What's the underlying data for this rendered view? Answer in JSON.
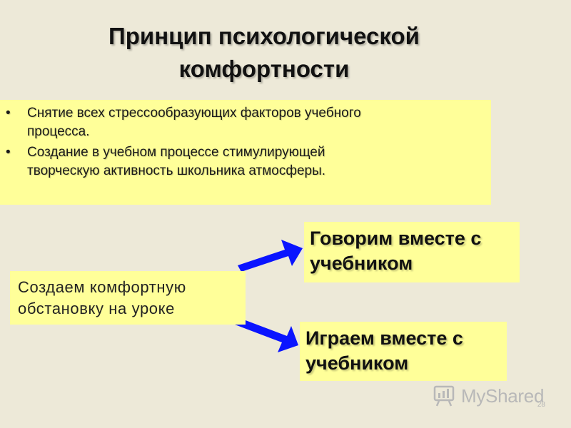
{
  "slide": {
    "title_lines": [
      "Принцип психологической",
      "комфортности"
    ],
    "bullets": [
      {
        "symbol": "•",
        "lines": [
          "Снятие всех стрессообразующих факторов учебного",
          "процесса."
        ]
      },
      {
        "symbol": "•",
        "lines": [
          "Создание в учебном процессе стимулирующей",
          "творческую активность школьника атмосферы."
        ]
      }
    ],
    "left_box": {
      "lines": [
        "Создаем комфортную",
        "обстановку на уроке"
      ]
    },
    "right_boxes": [
      {
        "lines": [
          "Говорим вместе с",
          "учебником"
        ]
      },
      {
        "lines": [
          "Играем вместе с",
          "учебником"
        ]
      }
    ],
    "arrow_color": "#0a14ff",
    "box_color": "#ffff99",
    "background_color": "#ede9d8"
  },
  "watermark": {
    "text": "MyShared",
    "icon": "myshared-logo-icon"
  },
  "page_number": "28"
}
